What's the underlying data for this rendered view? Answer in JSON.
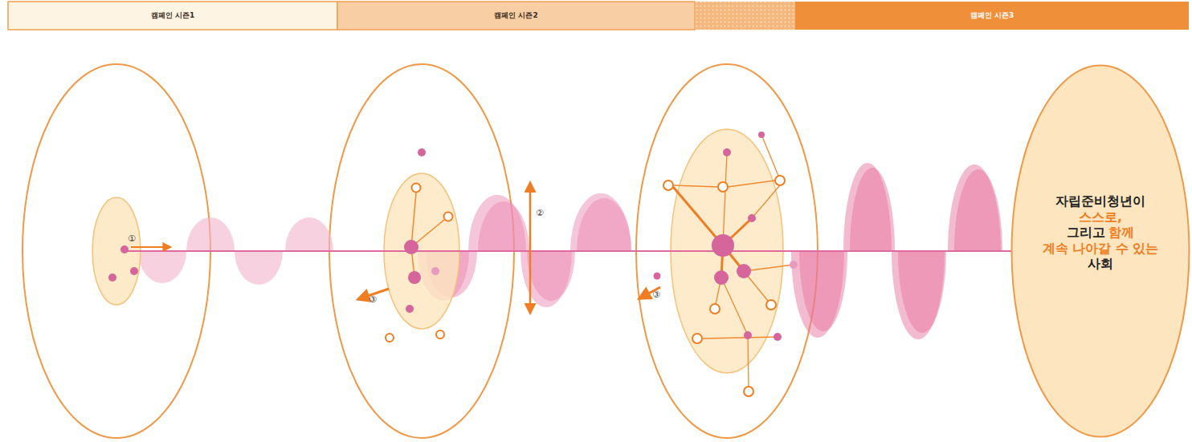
{
  "diagram": {
    "nodes": [
      {
        "text": [
          "캠페인 시즌1"
        ]
      },
      {
        "text": [
          "캠페인 시즌2"
        ]
      },
      {
        "text": [
          "캠페인 시즌3"
        ]
      },
      {
        "text": [
          "자립준비청년이",
          "스스로,",
          "그리고",
          "함께",
          "계속 나아갈 수 있는",
          "사회"
        ]
      }
    ],
    "labels": [
      "①",
      "②",
      "③",
      "③"
    ]
  }
}
